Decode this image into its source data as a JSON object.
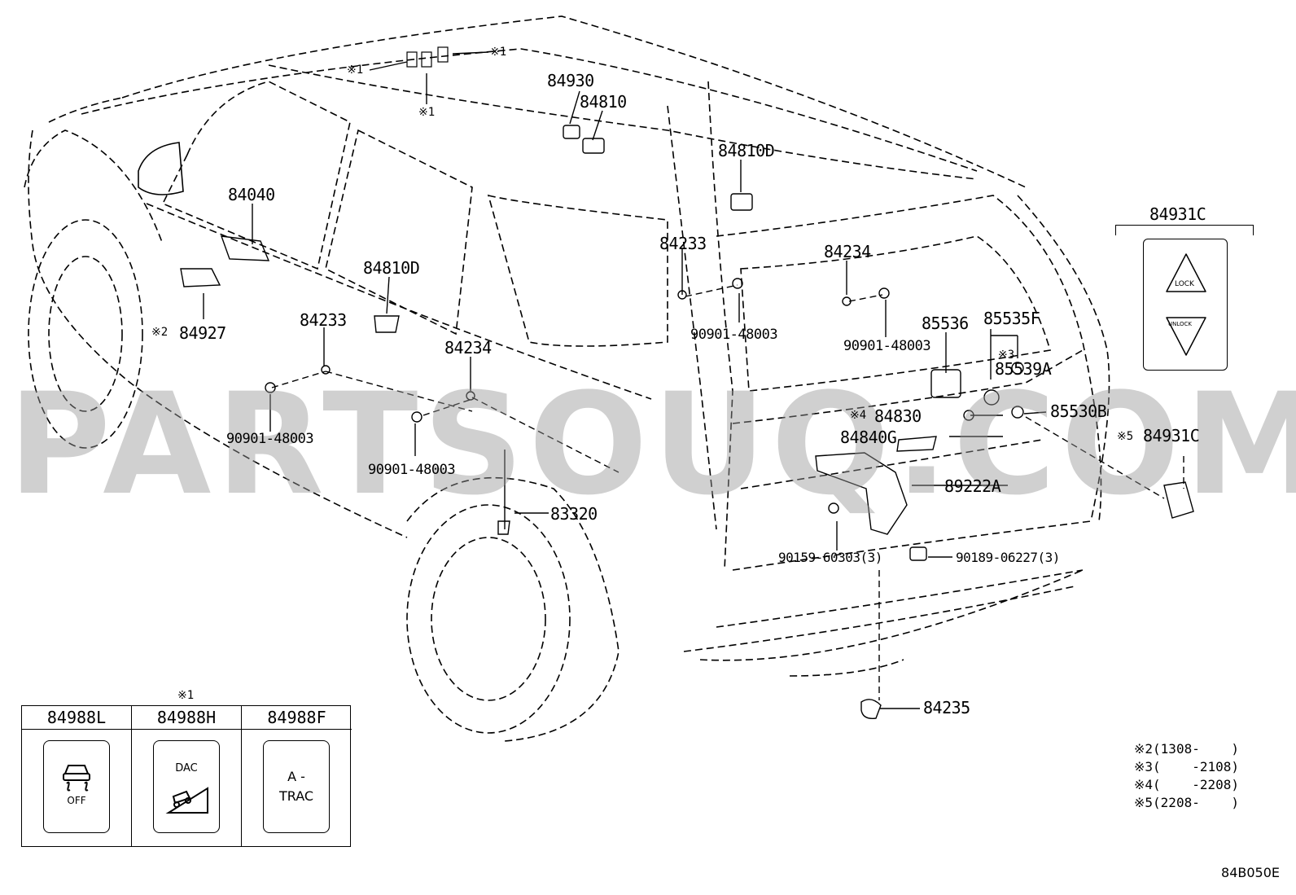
{
  "watermark": "PARTSOUQ.COM",
  "diagram_code": "84B050E",
  "part_labels": {
    "p84930": "84930",
    "p84810": "84810",
    "p84810D_top": "84810D",
    "p84040": "84040",
    "p84810D_mid": "84810D",
    "p84233_left": "84233",
    "p84233_center": "84233",
    "p84234_left": "84234",
    "p84234_right": "84234",
    "p84927": "84927",
    "p90901_48003_a": "90901-48003",
    "p90901_48003_b": "90901-48003",
    "p90901_48003_c": "90901-48003",
    "p90901_48003_d": "90901-48003",
    "p85536": "85536",
    "p85535F": "85535F",
    "p85539A": "85539A",
    "p85530B": "85530B",
    "p84830": "84830",
    "p84840G": "84840G",
    "p89222A": "89222A",
    "p83320": "83320",
    "p90159_60303": "90159-60303(3)",
    "p90189_06227": "90189-06227(3)",
    "p84235": "84235",
    "p84931C_box": "84931C",
    "p84931C_lower": "84931C"
  },
  "note_marks": {
    "m1_top_left": "※1",
    "m1_top_right": "※1",
    "m1_top_bottom": "※1",
    "m2": "※2",
    "m3": "※3",
    "m4": "※4",
    "m5": "※5",
    "m1_table": "※1"
  },
  "switch_table": {
    "columns": [
      {
        "part": "84988L",
        "button_lines": [
          "",
          "OFF"
        ],
        "icon": "skid-car-icon"
      },
      {
        "part": "84988H",
        "button_lines": [
          "DAC",
          ""
        ],
        "icon": "hill-descent-icon"
      },
      {
        "part": "84988F",
        "button_lines": [
          "A -",
          "TRAC"
        ],
        "icon": "none"
      }
    ]
  },
  "lock_switch": {
    "lock_label": "LOCK",
    "unlock_label": "UNLOCK"
  },
  "footnotes": [
    "※2(1308-    )",
    "※3(    -2108)",
    "※4(    -2208)",
    "※5(2208-    )"
  ]
}
